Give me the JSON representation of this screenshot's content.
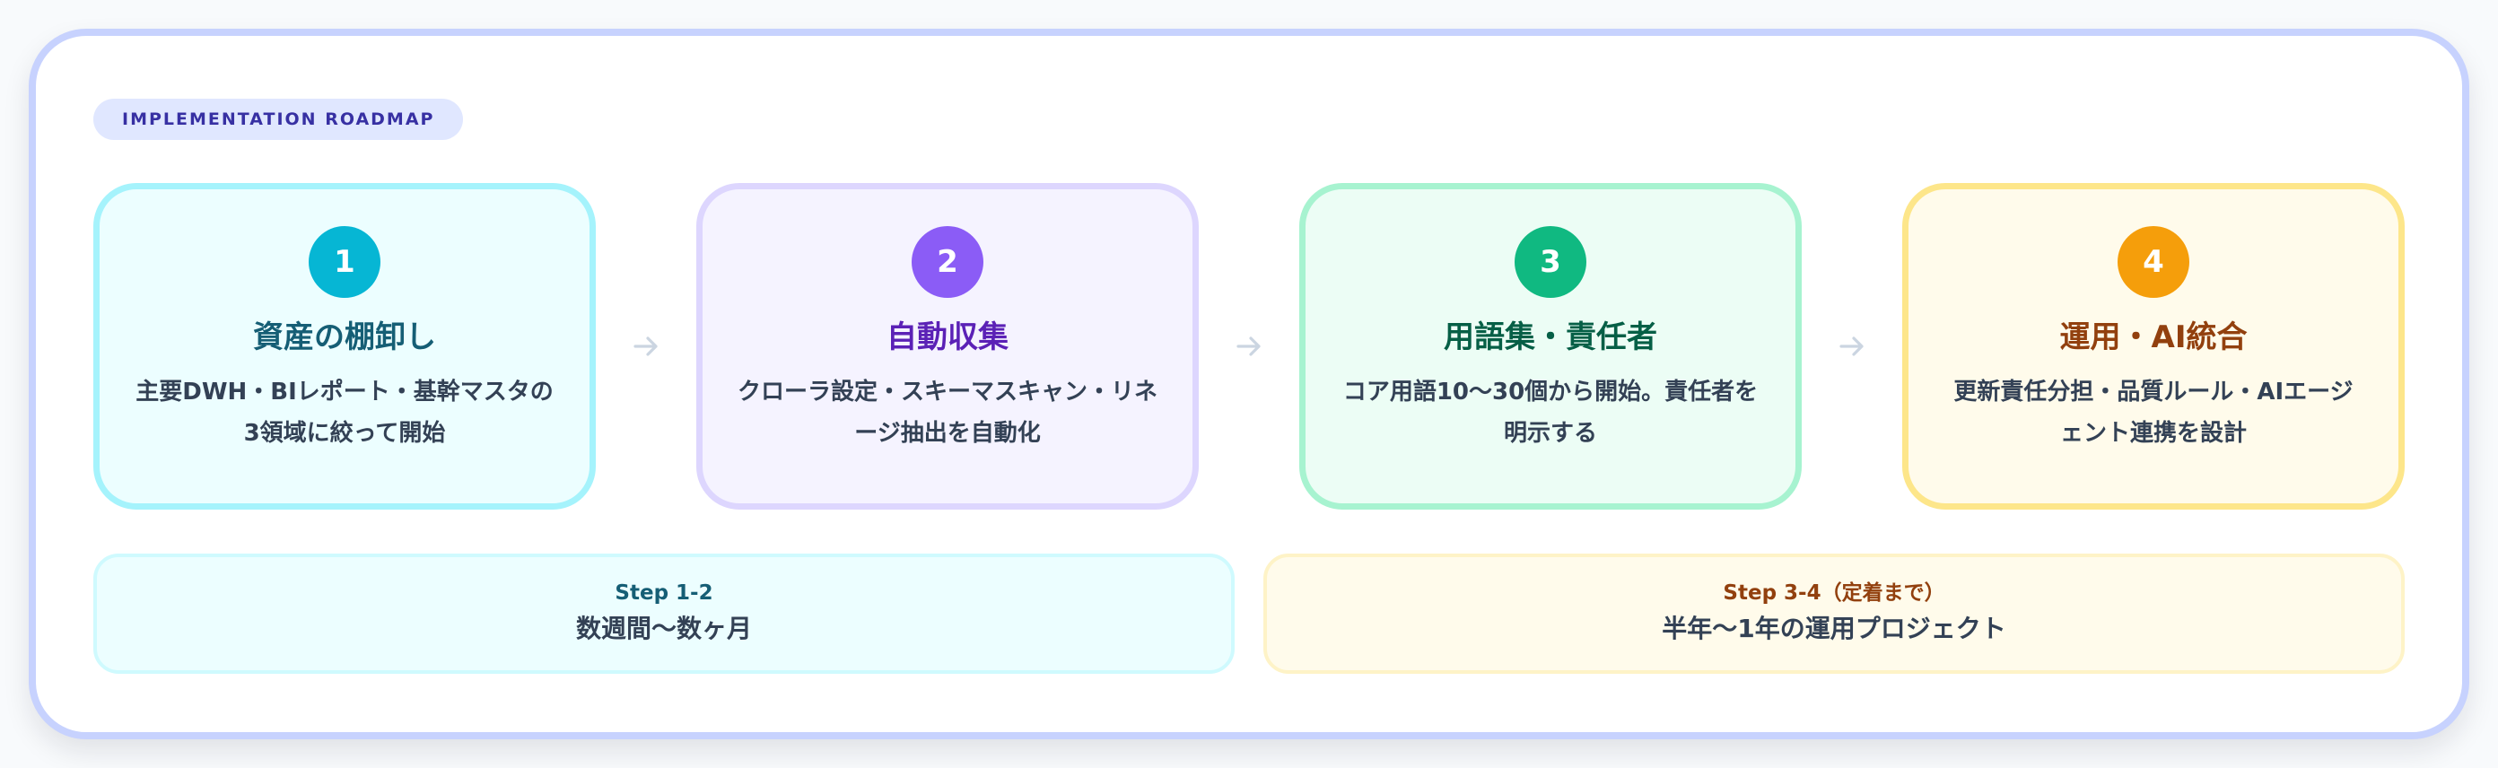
{
  "badge": {
    "label": "IMPLEMENTATION ROADMAP",
    "bg": "#e0e7ff",
    "color": "#3730a3"
  },
  "steps": [
    {
      "number": "1",
      "title": "資産の棚卸し",
      "description": "主要DWH・BIレポート・基幹マスタの3領域に絞って開始",
      "colors": {
        "border": "#a5f3fc",
        "bg": "#ecfeff",
        "circle": "#06b6d4",
        "title": "#155e75"
      }
    },
    {
      "number": "2",
      "title": "自動収集",
      "description": "クローラ設定・スキーマスキャン・リネージ抽出を自動化",
      "colors": {
        "border": "#ddd6fe",
        "bg": "#f5f3ff",
        "circle": "#8b5cf6",
        "title": "#5b21b6"
      }
    },
    {
      "number": "3",
      "title": "用語集・責任者",
      "description": "コア用語10〜30個から開始。責任者を明示する",
      "colors": {
        "border": "#a7f3d0",
        "bg": "#ecfdf5",
        "circle": "#10b981",
        "title": "#065f46"
      }
    },
    {
      "number": "4",
      "title": "運用・AI統合",
      "description": "更新責任分担・品質ルール・AIエージェント連携を設計",
      "colors": {
        "border": "#fde68a",
        "bg": "#fffbeb",
        "circle": "#f59e0b",
        "title": "#92400e"
      }
    }
  ],
  "arrow_icon": "arrow-right-icon",
  "arrow_color": "#cbd5e1",
  "timeline": [
    {
      "label": "Step 1-2",
      "value": "数週間〜数ヶ月",
      "colors": {
        "border": "#cffafe",
        "bg": "#ecfeff",
        "label": "#155e75"
      }
    },
    {
      "label": "Step 3-4（定着まで）",
      "value": "半年〜1年の運用プロジェクト",
      "colors": {
        "border": "#fef3c7",
        "bg": "#fffbeb",
        "label": "#92400e"
      }
    }
  ]
}
